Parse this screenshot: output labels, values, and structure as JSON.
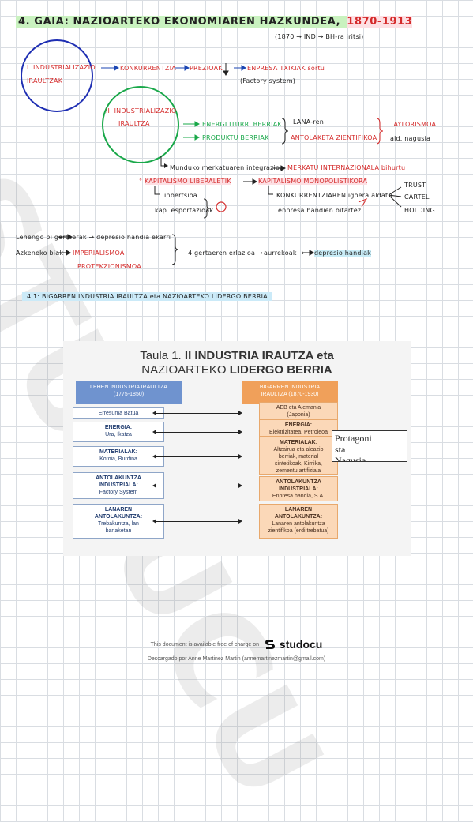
{
  "title": {
    "prefix": "4. GAIA: ",
    "main": "NAZIOARTEKO EKONOMIAREN HAZKUNDEA, ",
    "years": "1870-1913"
  },
  "subtitle": "(1870 → IND → BH-ra iritsi)",
  "first_rev": {
    "line1": "I. INDUSTRIALIZAZIO",
    "line2": "IRAULTZAK"
  },
  "flow1": {
    "konkurrentzia": "KONKURRENTZIA",
    "prezioak": "PREZIOAK",
    "enpresa": "ENPRESA TXIKIAK sortu",
    "factory": "(Factory system)"
  },
  "second_rev": {
    "line1": "II. INDUSTRIALIZAZIO",
    "line2": "IRAULTZA"
  },
  "energi": "ENERGI ITURRI BERRIAK",
  "produktu": "PRODUKTU BERRIAK",
  "lana_ren": "LANA-ren",
  "antolaketa": "ANTOLAKETA ZIENTIFIKOA",
  "taylorismoa": "TAYLORISMOA",
  "ald_nagusia": "ald. nagusia",
  "munduko": "Munduko merkatuaren integrazioa",
  "merkatu": "MERKATU INTERNAZIONALA bihurtu",
  "kap_lib": "KAPITALISMO LIBERALETIK",
  "kap_mono": "KAPITALISMO MONOPOLISTIKORA",
  "inbertsioa": "inbertsioa",
  "kap_esport": "kap. esportazioak",
  "konkurrentzia_gora": "KONKURRENTZIAREN igoera aldatu",
  "enpresa_handien": "enpresa handien bitartez",
  "trust": "TRUST",
  "cartel": "CARTEL",
  "holding": "HOLDING",
  "lehengo": "Lehengo bi gertaerak → depresio handia ekarri",
  "azkeneko": "Azkeneko biak →",
  "imperialismoa": "IMPERIALISMOA",
  "protekzionismoa": "PROTEKZIONISMOA",
  "lau_gertaeren": "4 gertaeren erlazioa →",
  "aurrekoak": "aurrekoak →",
  "depresio_handiak": "depresio handiak",
  "section_41": "4.1: BIGARREN INDUSTRIA IRAULTZA eta NAZIOARTEKO LIDERGO BERRIA",
  "table": {
    "title_line1_a": "Taula 1. ",
    "title_line1_b": "II INDUSTRIA IRAUTZA eta",
    "title_line2_a": "NAZIOARTEKO ",
    "title_line2_b": "LIDERGO BERRIA",
    "left_head": [
      "LEHEN INDUSTRIA IRAULTZA",
      "(1775-1850)"
    ],
    "right_head": [
      "BIGARREN INDUSTRIA",
      "IRAULTZA (1870-1930)"
    ],
    "left": [
      {
        "l1": "Erresuma Batua"
      },
      {
        "l1": "ENERGIA:",
        "l2": "Ura, Ikatza"
      },
      {
        "l1": "MATERIALAK:",
        "l2": "Kotoia, Burdina"
      },
      {
        "l1": "ANTOLAKUNTZA",
        "l2": "INDUSTRIALA:",
        "l3": "Factory System"
      },
      {
        "l1": "LANAREN",
        "l2": "ANTOLAKUNTZA:",
        "l3": "Trebakuntza, lan",
        "l4": "banaketan"
      }
    ],
    "right": [
      {
        "l1": "AEB eta Alemania",
        "l2": "(Japonia)"
      },
      {
        "l1": "ENERGIA:",
        "l2": "Elektrizitatea, Petroleoa"
      },
      {
        "l1": "MATERIALAK:",
        "l2": "Altzairua eta aleazio",
        "l3": "berriak, material",
        "l4": "sintetikoak, Kimika,",
        "l5": "zementu artifiziala"
      },
      {
        "l1": "ANTOLAKUNTZA",
        "l2": "INDUSTRIALA:",
        "l3": "Enpresa handia, S.A."
      },
      {
        "l1": "LANAREN",
        "l2": "ANTOLAKUNTZA:",
        "l3": "Lanaren antolakuntza",
        "l4": "zientifikoa (erdi trebatua)"
      }
    ],
    "protagonista": [
      "Protagoni",
      "sta",
      "Nagusia"
    ]
  },
  "footer": {
    "available": "This document is available free of charge on",
    "brand": "studocu",
    "descargado": "Descargado por Anne Martinez Martin (annemartinezmartin@gmail.com)"
  },
  "colors": {
    "red": "#d42a2a",
    "green": "#1aa84a",
    "blue": "#1b46b3",
    "orange_head": "#f0a05a",
    "blue_head": "#6f93cf"
  }
}
